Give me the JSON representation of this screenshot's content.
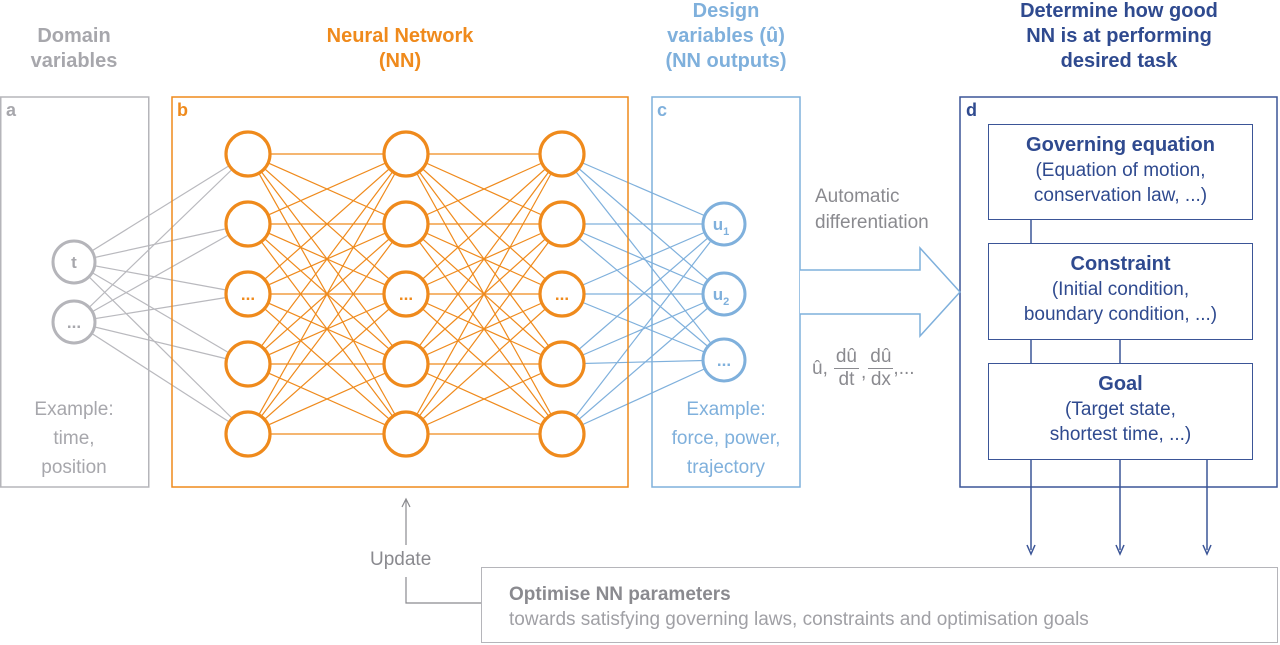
{
  "colors": {
    "domain": "#a7a7ac",
    "nn": "#ef8a1c",
    "design": "#7fb0dc",
    "eval": "#2f4a8f",
    "neutral": "#8a8a8f"
  },
  "headers": {
    "domain": [
      "Domain",
      "variables"
    ],
    "nn": [
      "Neural Network",
      "(NN)"
    ],
    "design": [
      "Design",
      "variables (û)",
      "(NN outputs)"
    ],
    "eval": [
      "Determine how good",
      "NN is at performing",
      "desired task"
    ]
  },
  "panels": {
    "a": {
      "letter": "a",
      "nodes": [
        "t",
        "..."
      ],
      "example": [
        "Example:",
        "time,",
        "position"
      ]
    },
    "b": {
      "letter": "b",
      "layers": [
        [
          "",
          "",
          "...",
          "",
          ""
        ],
        [
          "",
          "",
          "...",
          "",
          ""
        ],
        [
          "",
          "",
          "...",
          "",
          ""
        ]
      ]
    },
    "c": {
      "letter": "c",
      "nodes": [
        {
          "base": "u",
          "sub": "1"
        },
        {
          "base": "u",
          "sub": "2"
        },
        {
          "base": "...",
          "sub": ""
        }
      ],
      "example": [
        "Example:",
        "force, power,",
        "trajectory"
      ]
    },
    "d": {
      "letter": "d",
      "blocks": [
        {
          "title": "Governing equation",
          "lines": [
            "(Equation of motion,",
            "conservation law, ...)"
          ]
        },
        {
          "title": "Constraint",
          "lines": [
            "(Initial condition,",
            "boundary condition, ...)"
          ]
        },
        {
          "title": "Goal",
          "lines": [
            "(Target state,",
            "shortest time, ...)"
          ]
        }
      ]
    }
  },
  "arrow": {
    "label": [
      "Automatic",
      "differentiation"
    ],
    "formula": {
      "prefix": "û,",
      "frac1": {
        "num": "dû",
        "den": "dt"
      },
      "frac2": {
        "num": "dû",
        "den": "dx"
      },
      "suffix": ",..."
    }
  },
  "feedback": {
    "update_label": "Update",
    "optimise_title": "Optimise NN parameters",
    "optimise_text": "towards satisfying governing laws, constraints and optimisation goals"
  }
}
